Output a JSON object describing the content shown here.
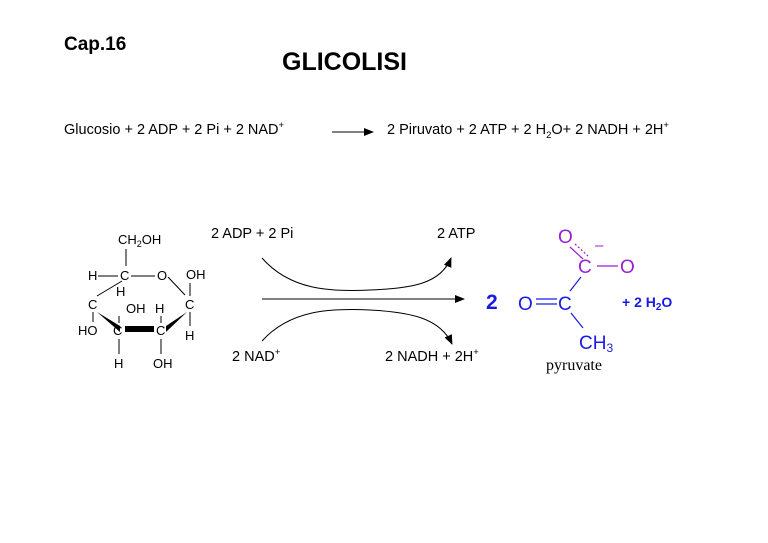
{
  "header": {
    "chapter": "Cap.16",
    "title": "GLICOLISI"
  },
  "equation": {
    "reactants": "Glucosio + 2 ADP + 2 Pi + 2 NAD",
    "reactants_nad_charge": "+",
    "products_part1": "2 Piruvato + 2 ATP + 2 H",
    "water_h_subscript": "2",
    "products_part2": "O+ 2 NADH + 2H",
    "products_h_charge": "+"
  },
  "scheme": {
    "input_top": "2 ADP + 2 Pi",
    "output_top": "2 ATP",
    "input_bottom": "2 NAD",
    "input_bottom_charge": "+",
    "output_bottom": "2 NADH + 2H",
    "output_bottom_charge": "+",
    "stoichiometry": "2",
    "water_prefix": "+ 2 H",
    "water_subscript": "2",
    "water_suffix": "O"
  },
  "glucose": {
    "ch2oh_ch": "CH",
    "ch2oh_sub": "2",
    "ch2oh_oh": "OH",
    "ring_o": "O",
    "atom_c": "C",
    "atom_h": "H",
    "group_oh": "OH",
    "group_ho": "HO"
  },
  "pyruvate": {
    "atom_o": "O",
    "atom_c": "C",
    "charge": "–",
    "methyl_ch": "CH",
    "methyl_sub": "3",
    "name": "pyruvate"
  },
  "colors": {
    "pyruvate_blue": "#1a1ae6",
    "pyruvate_purple": "#9a1fd6"
  }
}
